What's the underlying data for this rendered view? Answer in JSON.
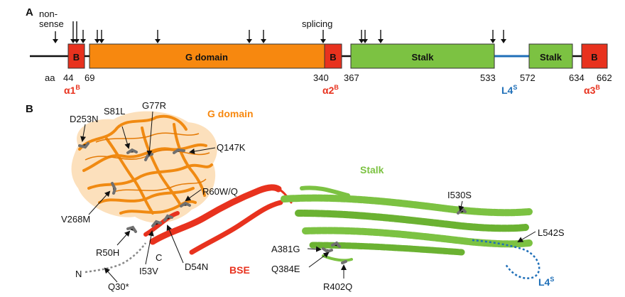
{
  "panel_a": {
    "panel_label": "A",
    "annotations": {
      "nonsense_line1": "non-",
      "nonsense_line2": "sense",
      "splicing": "splicing"
    },
    "domains": {
      "b1": "B",
      "g_domain": "G domain",
      "b2": "B",
      "stalk1": "Stalk",
      "stalk2": "Stalk",
      "b3": "B"
    },
    "positions": {
      "aa": "aa",
      "p44": "44",
      "p69": "69",
      "p340": "340",
      "p367": "367",
      "p533": "533",
      "p572": "572",
      "p634": "634",
      "p662": "662"
    },
    "region_labels": {
      "a1": "α1",
      "a1_sup": "B",
      "a2": "α2",
      "a2_sup": "B",
      "l4": "L4",
      "l4_sup": "S",
      "a3": "α3",
      "a3_sup": "B"
    }
  },
  "panel_b": {
    "panel_label": "B",
    "domain_labels": {
      "g_domain": "G domain",
      "stalk": "Stalk",
      "bse": "BSE",
      "l4": "L4",
      "l4_sup": "S"
    },
    "termini": {
      "n": "N",
      "c": "C"
    },
    "mutations": {
      "d253n": "D253N",
      "s81l": "S81L",
      "g77r": "G77R",
      "q147k": "Q147K",
      "r60wq": "R60W/Q",
      "v268m": "V268M",
      "r50h": "R50H",
      "i53v": "I53V",
      "d54n": "D54N",
      "q30": "Q30*",
      "i530s": "I530S",
      "l542s": "L542S",
      "a381g": "A381G",
      "q384e": "Q384E",
      "r402q": "R402Q"
    }
  },
  "colors": {
    "b_element": "#e8321e",
    "g_domain": "#f7880f",
    "stalk": "#7cc242",
    "loop": "#1f6fb8",
    "red_label": "#e8321e",
    "blue_label": "#1f6fb8",
    "residue": "#707070"
  }
}
